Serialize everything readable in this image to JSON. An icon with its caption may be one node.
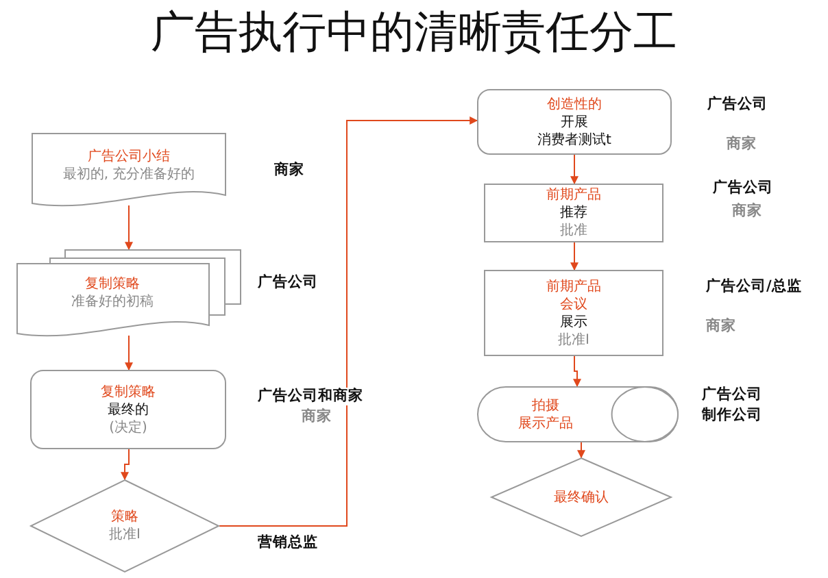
{
  "diagram": {
    "title": "广告执行中的清晰责任分工",
    "nodes": [
      {
        "text": [
          "广告公司小结",
          "最初的, 充分准备好的"
        ],
        "beside": [
          "商家"
        ]
      },
      {
        "text": [
          "复制策略",
          "准备好的初稿"
        ],
        "beside": [
          "广告公司"
        ]
      },
      {
        "text": [
          "复制策略",
          "最终的",
          "(决定)"
        ],
        "beside": [
          "广告公司和商家",
          "商家"
        ]
      },
      {
        "text": [
          "策略",
          "批准I"
        ],
        "beside": [
          "营销总监"
        ]
      },
      {
        "text": [
          "创造性的",
          "开展",
          "消费者测试t"
        ],
        "beside": [
          "广告公司",
          "商家"
        ]
      },
      {
        "text": [
          "前期产品",
          "推荐",
          "批准"
        ],
        "beside": [
          "广告公司",
          "商家"
        ]
      },
      {
        "text": [
          "前期产品",
          "会议",
          "展示",
          "批准I"
        ],
        "beside": [
          "广告公司/总监",
          "商家"
        ]
      },
      {
        "text": [
          "拍摄",
          "展示产品"
        ],
        "beside": [
          "广告公司",
          "制作公司"
        ]
      },
      {
        "text": [
          "最终确认"
        ]
      }
    ],
    "edges": [
      {
        "from": 0,
        "to": 1,
        "arrow": "to"
      },
      {
        "from": 1,
        "to": 2,
        "arrow": "to"
      },
      {
        "from": 2,
        "to": 3,
        "arrow": "to"
      },
      {
        "from": 3,
        "to": 4,
        "arrow": "to"
      },
      {
        "from": 4,
        "to": 5,
        "arrow": "to"
      },
      {
        "from": 5,
        "to": 6,
        "arrow": "to"
      },
      {
        "from": 6,
        "to": 7,
        "arrow": "to"
      },
      {
        "from": 7,
        "to": 8,
        "arrow": "to"
      }
    ]
  }
}
